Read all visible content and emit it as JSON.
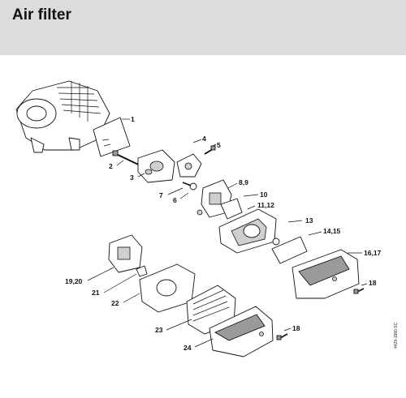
{
  "header": {
    "title": "Air filter"
  },
  "diagram": {
    "callouts": [
      {
        "id": "c1",
        "label": "1"
      },
      {
        "id": "c2",
        "label": "2"
      },
      {
        "id": "c3",
        "label": "3"
      },
      {
        "id": "c4",
        "label": "4"
      },
      {
        "id": "c5",
        "label": "5"
      },
      {
        "id": "c6",
        "label": "6"
      },
      {
        "id": "c7",
        "label": "7"
      },
      {
        "id": "c89",
        "label": "8,9"
      },
      {
        "id": "c10",
        "label": "10"
      },
      {
        "id": "c1112",
        "label": "11,12"
      },
      {
        "id": "c13",
        "label": "13"
      },
      {
        "id": "c1415",
        "label": "14,15"
      },
      {
        "id": "c1617",
        "label": "16,17"
      },
      {
        "id": "c18a",
        "label": "18"
      },
      {
        "id": "c1920",
        "label": "19,20"
      },
      {
        "id": "c21",
        "label": "21"
      },
      {
        "id": "c22",
        "label": "22"
      },
      {
        "id": "c23",
        "label": "23"
      },
      {
        "id": "c24",
        "label": "24"
      },
      {
        "id": "c18b",
        "label": "18"
      }
    ],
    "drawing_code": "4429-1960 SC"
  }
}
